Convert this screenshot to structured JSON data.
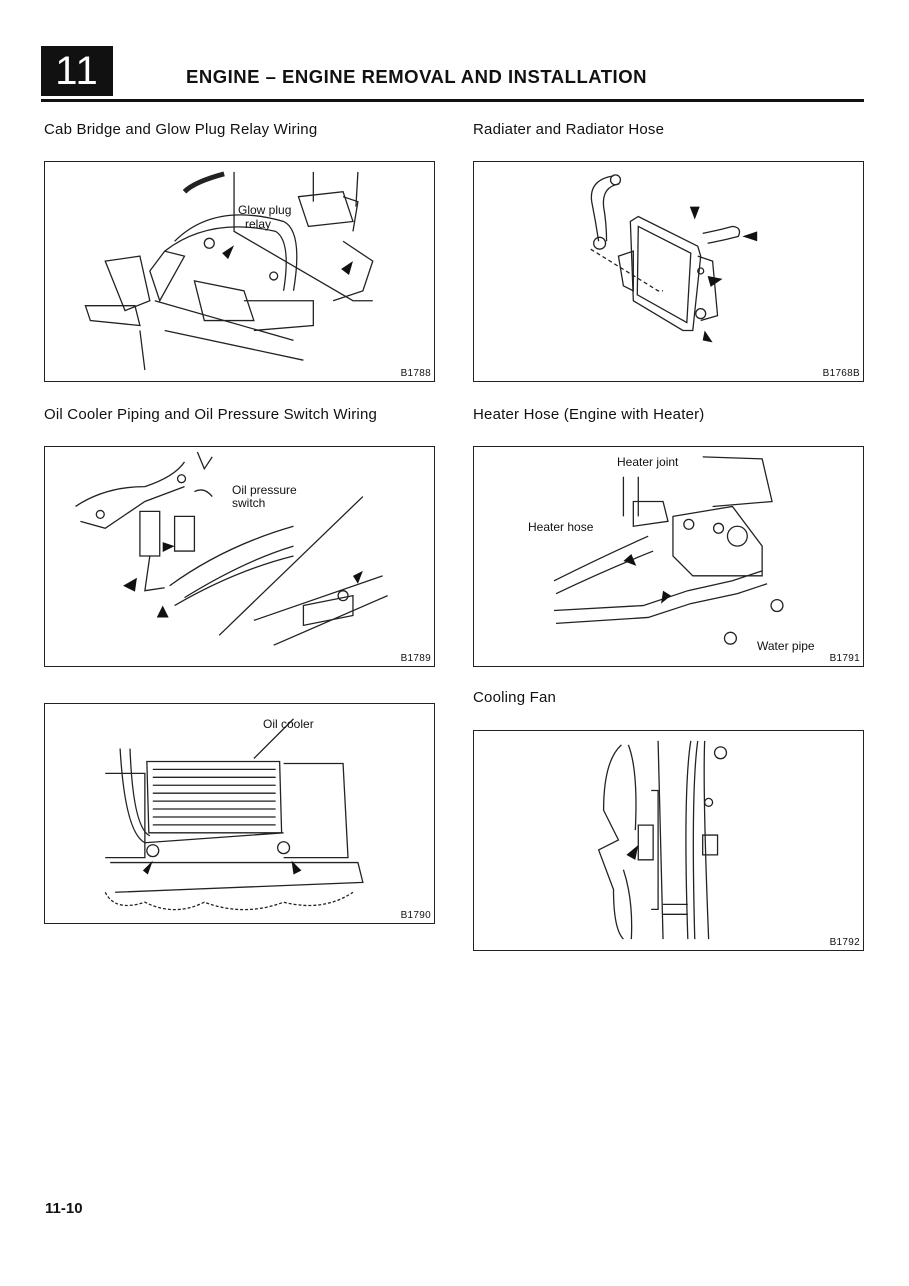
{
  "header": {
    "chapter_number": "11",
    "title": "ENGINE – ENGINE REMOVAL AND INSTALLATION"
  },
  "figures": [
    {
      "caption": "Cab Bridge and Glow Plug Relay Wiring",
      "figure_id": "B1788",
      "callouts": [
        "Glow plug",
        "relay"
      ],
      "arrow_icons": [
        "arrow-icon",
        "arrow-icon"
      ]
    },
    {
      "caption": "Radiater and Radiator Hose",
      "figure_id": "B1768B",
      "callouts": [],
      "arrow_icons": [
        "arrow-icon",
        "arrow-icon",
        "arrow-icon",
        "arrow-icon"
      ]
    },
    {
      "caption": "Oil Cooler Piping and Oil Pressure Switch Wiring",
      "figure_id": "B1789",
      "callouts": [
        "Oil pressure",
        "switch"
      ],
      "arrow_icons": [
        "arrow-icon",
        "arrow-icon",
        "arrow-icon",
        "arrow-icon"
      ]
    },
    {
      "caption": "Heater Hose (Engine with Heater)",
      "figure_id": "B1791",
      "callouts": [
        "Heater joint",
        "Heater hose",
        "Water pipe"
      ],
      "arrow_icons": [
        "arrow-icon",
        "arrow-icon"
      ]
    },
    {
      "caption": "",
      "figure_id": "B1790",
      "callouts": [
        "Oil cooler"
      ],
      "arrow_icons": [
        "arrow-icon",
        "arrow-icon"
      ]
    },
    {
      "caption": "Cooling Fan",
      "figure_id": "B1792",
      "callouts": [],
      "arrow_icons": [
        "arrow-icon"
      ]
    }
  ],
  "footer": {
    "page_number": "11-10"
  }
}
